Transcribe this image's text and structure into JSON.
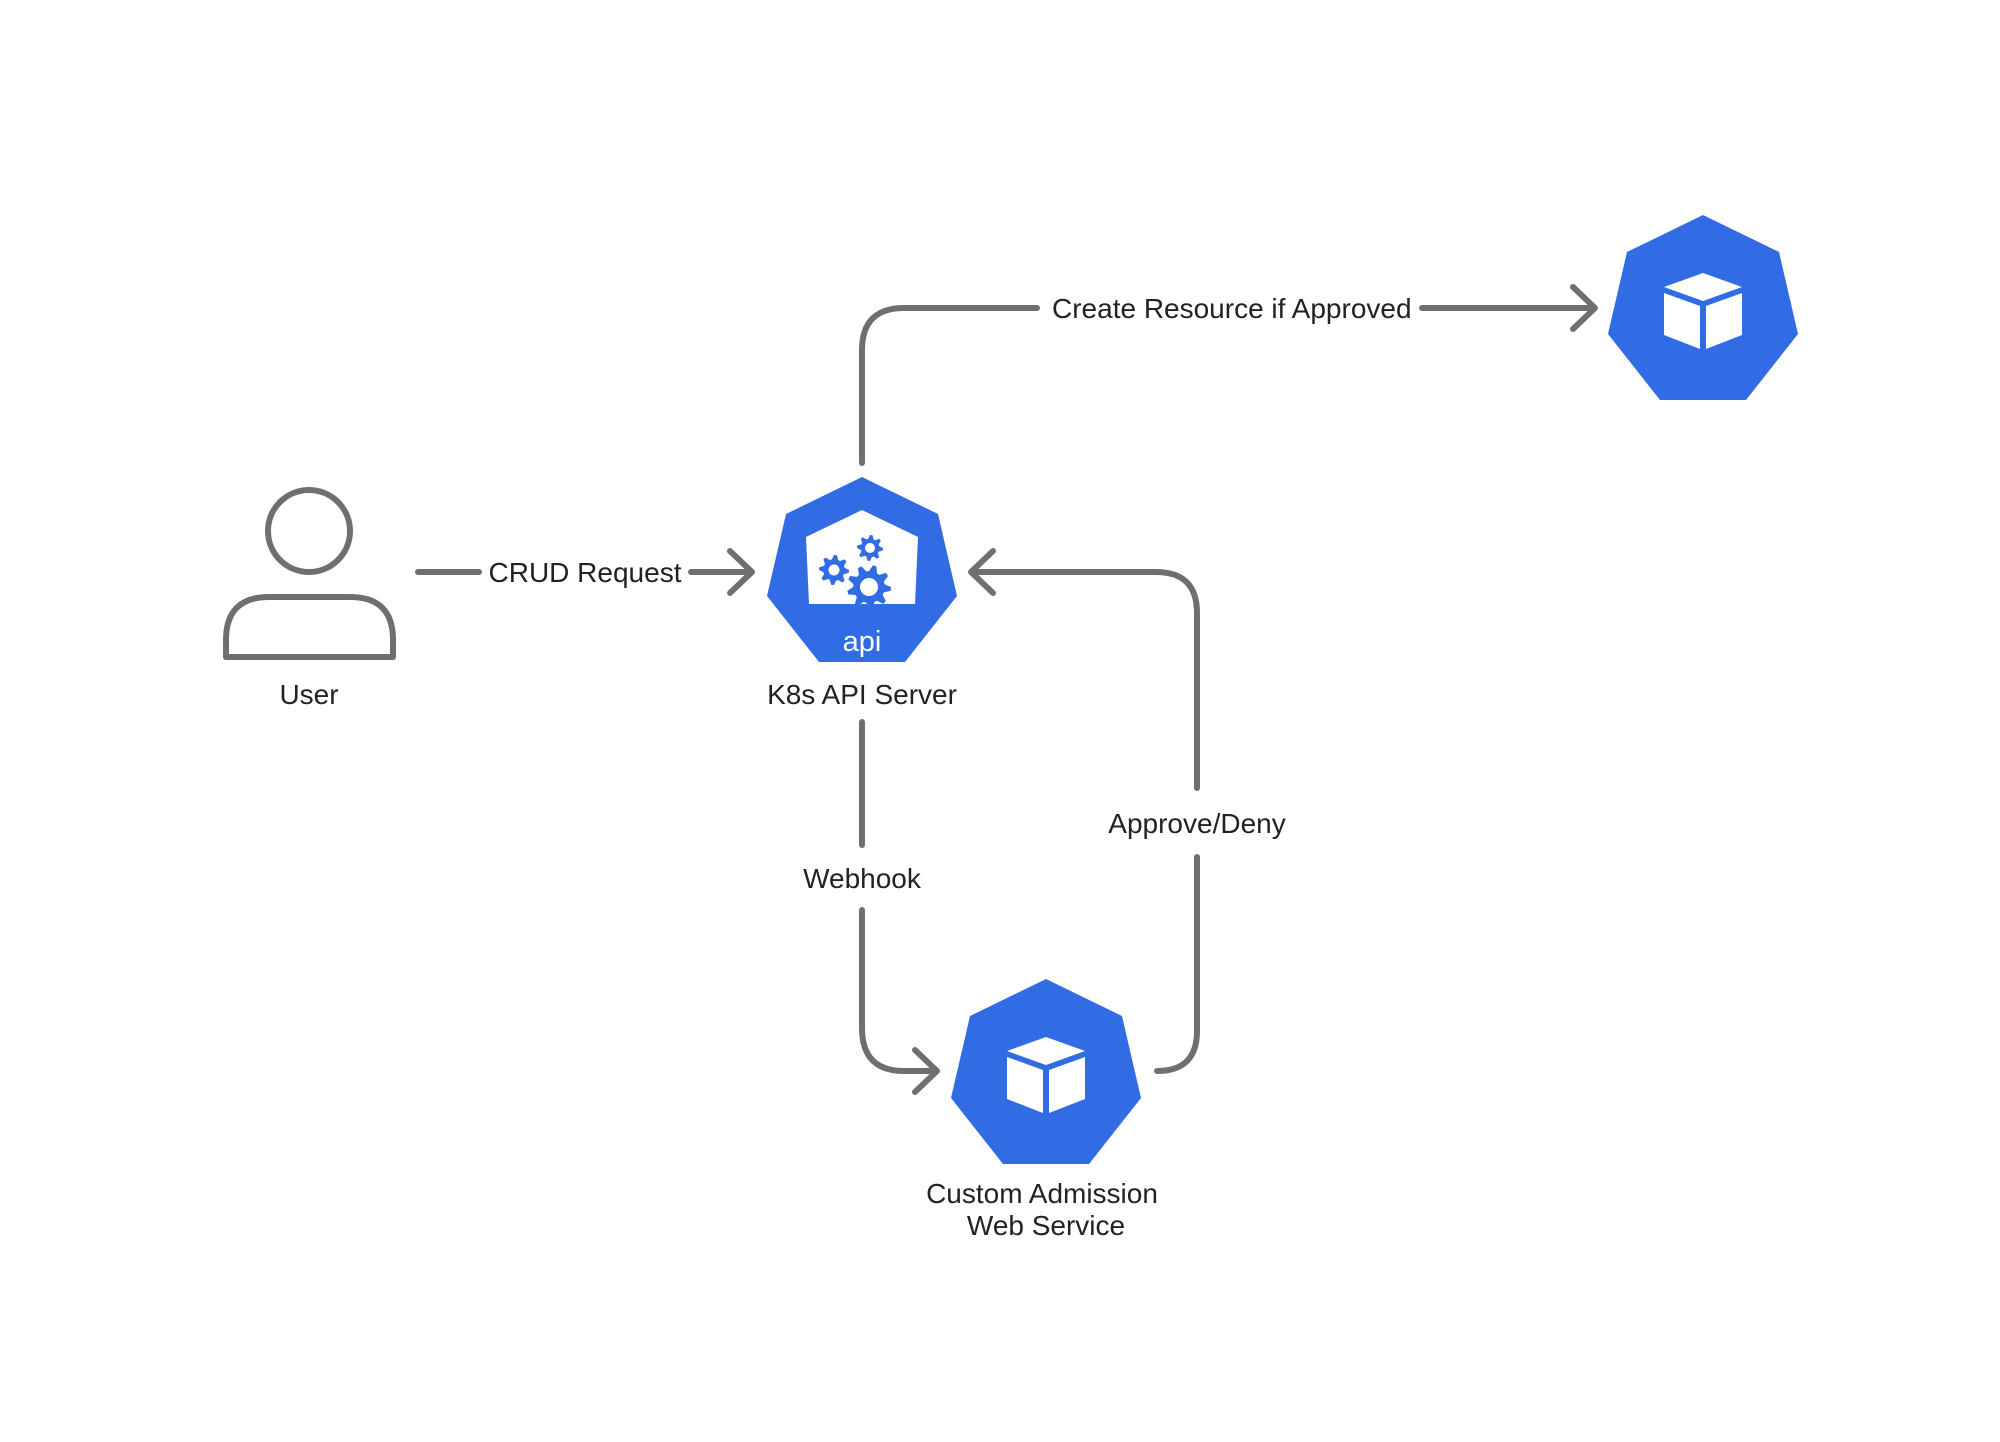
{
  "colors": {
    "node_fill": "#326ce5",
    "edge_stroke": "#6f6f6f",
    "icon_fill": "#ffffff"
  },
  "nodes": {
    "user": {
      "label": "User",
      "icon": "user-icon"
    },
    "api_server": {
      "label": "K8s API Server",
      "badge": "api",
      "icon": "k8s-api-icon"
    },
    "admission": {
      "label_line1": "Custom Admission",
      "label_line2": "Web Service",
      "icon": "k8s-pod-icon"
    },
    "resource": {
      "label": "",
      "icon": "k8s-pod-icon"
    }
  },
  "edges": {
    "crud": {
      "label": "CRUD Request"
    },
    "create": {
      "label": "Create Resource if Approved"
    },
    "webhook": {
      "label": "Webhook"
    },
    "approve": {
      "label": "Approve/Deny"
    }
  }
}
